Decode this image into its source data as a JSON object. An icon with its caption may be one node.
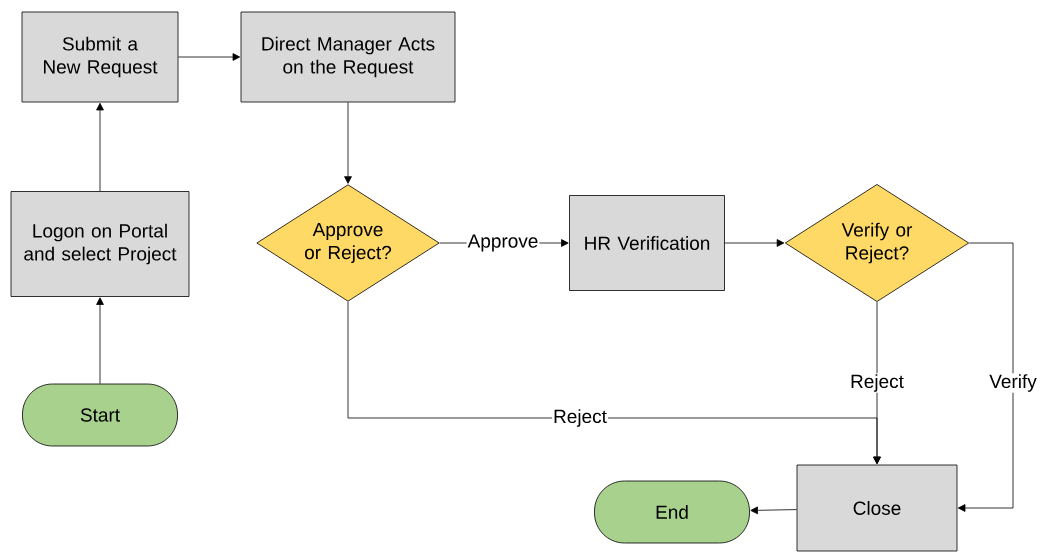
{
  "diagram": {
    "nodes": [
      {
        "text": [
          "Start"
        ]
      },
      {
        "text": [
          "Logon on Portal and select Project"
        ]
      },
      {
        "text": [
          "Submit a New Request"
        ]
      },
      {
        "text": [
          "Direct Manager Acts on the Request"
        ]
      },
      {
        "text": [
          "Approve or Reject?"
        ]
      },
      {
        "text": [
          "HR Verification"
        ]
      },
      {
        "text": [
          "Verify or Reject?"
        ]
      },
      {
        "text": [
          "Close"
        ]
      },
      {
        "text": [
          "End"
        ]
      }
    ],
    "edges": [
      {
        "from": 0,
        "to": 1,
        "arrow": "to"
      },
      {
        "from": 1,
        "to": 2,
        "arrow": "to"
      },
      {
        "from": 2,
        "to": 3,
        "arrow": "to"
      },
      {
        "from": 3,
        "to": 4,
        "arrow": "to"
      },
      {
        "from": 4,
        "to": 5,
        "arrow": "to",
        "label": "Approve"
      },
      {
        "from": 5,
        "to": 6,
        "arrow": "to"
      },
      {
        "from": 6,
        "to": 7,
        "arrow": "to",
        "label": "Reject"
      },
      {
        "from": 4,
        "to": 7,
        "arrow": "to",
        "label": "Reject"
      },
      {
        "from": 6,
        "to": 7,
        "arrow": "to",
        "label": "Verify"
      },
      {
        "from": 7,
        "to": 8,
        "arrow": "to"
      }
    ]
  }
}
